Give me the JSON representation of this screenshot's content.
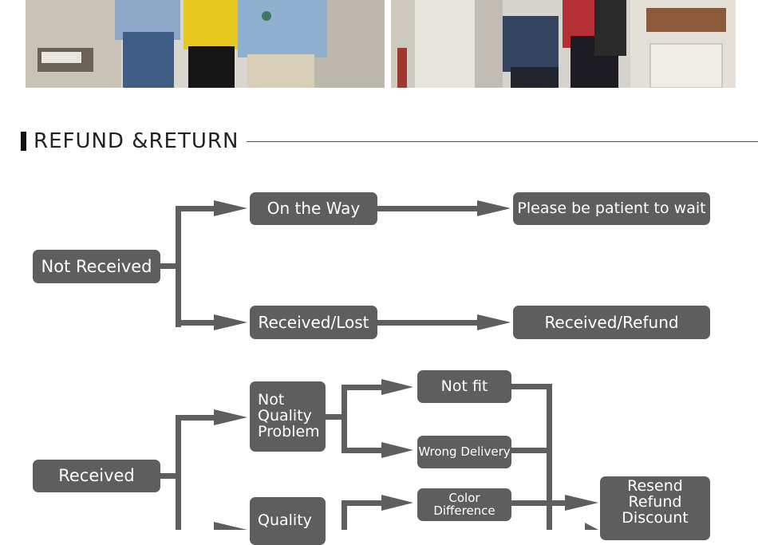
{
  "section": {
    "title": "REFUND &RETURN"
  },
  "photos": [
    {
      "name": "trade-show-photo-left"
    },
    {
      "name": "trade-show-photo-right"
    }
  ],
  "flow": {
    "not_received": "Not Received",
    "on_the_way": "On the Way",
    "patient": "Please be patient to wait",
    "received_lost": "Received/Lost",
    "received_refund": "Received/Refund",
    "received": "Received",
    "not_quality_problem": "Not\nQuality\nProblem",
    "not_fit": "Not fit",
    "wrong_delivery": "Wrong Delivery",
    "color_difference": "Color Difference",
    "quality": "Quality",
    "resend_refund_discount": "Resend\nRefund\nDiscount"
  },
  "colors": {
    "box": "#5e5e5e",
    "arrow": "#5e5e5e",
    "text": "#ffffff"
  }
}
